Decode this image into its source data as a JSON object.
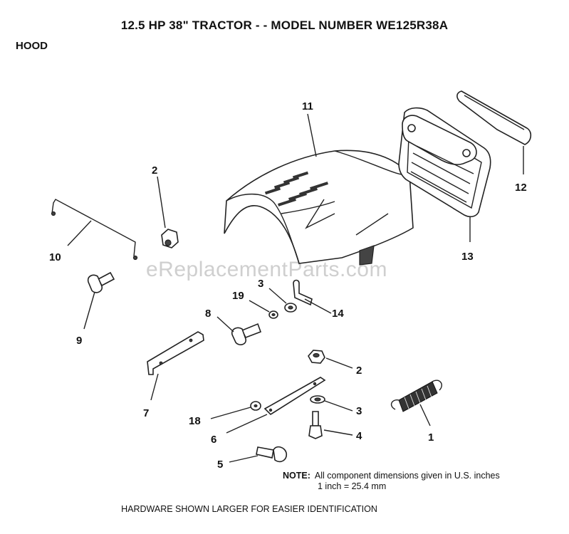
{
  "header": {
    "title": "12.5 HP 38\" TRACTOR - - MODEL NUMBER WE125R38A",
    "section": "HOOD"
  },
  "watermark": "eReplacementParts.com",
  "callouts": [
    {
      "id": "c11",
      "label": "11"
    },
    {
      "id": "c2a",
      "label": "2"
    },
    {
      "id": "c12",
      "label": "12"
    },
    {
      "id": "c10",
      "label": "10"
    },
    {
      "id": "c13",
      "label": "13"
    },
    {
      "id": "c3a",
      "label": "3"
    },
    {
      "id": "c19",
      "label": "19"
    },
    {
      "id": "c14",
      "label": "14"
    },
    {
      "id": "c8",
      "label": "8"
    },
    {
      "id": "c9",
      "label": "9"
    },
    {
      "id": "c2b",
      "label": "2"
    },
    {
      "id": "c7",
      "label": "7"
    },
    {
      "id": "c3b",
      "label": "3"
    },
    {
      "id": "c18",
      "label": "18"
    },
    {
      "id": "c4",
      "label": "4"
    },
    {
      "id": "c1",
      "label": "1"
    },
    {
      "id": "c6",
      "label": "6"
    },
    {
      "id": "c5",
      "label": "5"
    }
  ],
  "note": {
    "prefix": "NOTE:",
    "line1": "All component dimensions given in U.S. inches",
    "line2": "1 inch = 25.4 mm"
  },
  "footer": "HARDWARE SHOWN LARGER FOR EASIER IDENTIFICATION"
}
